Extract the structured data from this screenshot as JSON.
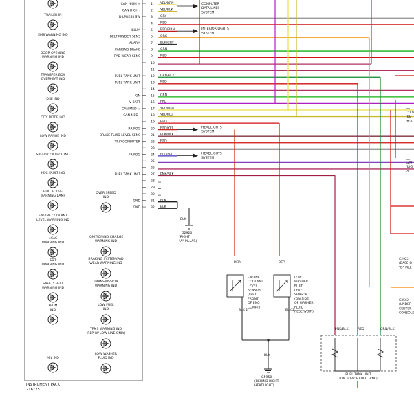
{
  "instrument_pack": {
    "title": "INSTRUMENT PACK",
    "code": "216725",
    "indicators": [
      {
        "id": "trailer-in",
        "lines": [
          "TRAILER IN"
        ]
      },
      {
        "id": "ems-warning",
        "lines": [
          "EMS WARNING IND"
        ]
      },
      {
        "id": "door-opening",
        "lines": [
          "DOOR OPENING",
          "WARNING IND"
        ]
      },
      {
        "id": "transfer-box",
        "lines": [
          "TRANSFER BOX",
          "OVERHEAT IND"
        ]
      },
      {
        "id": "dse",
        "lines": [
          "DSE IND"
        ]
      },
      {
        "id": "city-mode",
        "lines": [
          "CITY MODE IND"
        ]
      },
      {
        "id": "low-range",
        "lines": [
          "LOW RANGE IND"
        ]
      },
      {
        "id": "speed-control",
        "lines": [
          "SPEED CONTROL IND"
        ]
      },
      {
        "id": "hdc-fault",
        "lines": [
          "HDC FAULT IND"
        ]
      },
      {
        "id": "hdc-active",
        "lines": [
          "HDC ACTIVE",
          "WARNING LAMP"
        ]
      },
      {
        "id": "engine-coolant",
        "lines": [
          "ENGINE COOLANT",
          "LEVEL WARNING IND"
        ]
      },
      {
        "id": "4cas",
        "lines": [
          "4CAS",
          "WARNING IND"
        ]
      },
      {
        "id": "edt",
        "lines": [
          "EDT",
          "WARNING IND"
        ]
      },
      {
        "id": "safety-belt",
        "lines": [
          "SAFETY BELT",
          "WARNING IND"
        ]
      },
      {
        "id": "fpdm",
        "lines": [
          "FPDM",
          "IND"
        ]
      },
      {
        "id": "mil",
        "lines": [
          "MIL IND"
        ]
      }
    ],
    "indicators_right": [
      {
        "id": "over-speed",
        "lines": [
          "OVER SPEED",
          "IND"
        ]
      },
      {
        "id": "ignition-no-charge",
        "lines": [
          "IGNITION/NO CHARGE",
          "WARNING IND"
        ]
      },
      {
        "id": "braking-system",
        "lines": [
          "BRAKING SYSTEM/PAD",
          "WEAR WARNING IND"
        ]
      },
      {
        "id": "transmission",
        "lines": [
          "TRANSMISSION",
          "WARNING IND"
        ]
      },
      {
        "id": "low-fuel",
        "lines": [
          "LOW FUEL",
          "IND"
        ]
      },
      {
        "id": "tpms",
        "lines": [
          "TPMS WARNING IND",
          "(REP W/ LOW LINE ONLY)"
        ]
      },
      {
        "id": "low-washer",
        "lines": [
          "LOW WASHER",
          "FLUID IND"
        ]
      }
    ]
  },
  "pins": [
    {
      "n": "1",
      "fn": "CAN HIGH +",
      "wire": "YEL/BRN",
      "color": "#e6c200"
    },
    {
      "n": "2",
      "fn": "CAN HIGH -",
      "wire": "YEL/BLK",
      "color": "#d4a90a"
    },
    {
      "n": "3",
      "fn": "DILPRESS SW",
      "wire": "GRY",
      "color": "#9a9a9a"
    },
    {
      "n": "4",
      "fn": "",
      "wire": "RED",
      "color": "#d01010"
    },
    {
      "n": "5",
      "fn": "ILLUM",
      "wire": "RED/BRN",
      "color": "#c01818"
    },
    {
      "n": "6",
      "fn": "BELT MINDER SENS",
      "wire": "ORG",
      "color": "#f08a00"
    },
    {
      "n": "7",
      "fn": "ALARM",
      "wire": "BLK/GRY",
      "color": "#303030"
    },
    {
      "n": "8",
      "fn": "PARKING BRAKE",
      "wire": "GRN",
      "color": "#10b010"
    },
    {
      "n": "9",
      "fn": "PAD WEAR SENS",
      "wire": "RED",
      "color": "#d01010"
    },
    {
      "n": "10",
      "fn": "",
      "wire": "",
      "color": "#b03060"
    },
    {
      "n": "11",
      "fn": "",
      "wire": "",
      "color": "#b03060"
    },
    {
      "n": "12",
      "fn": "FUEL TANK UNIT",
      "wire": "GRN/BLK",
      "color": "#0a8a2a"
    },
    {
      "n": "13",
      "fn": "FUEL TANK UNIT",
      "wire": "RED",
      "color": "#d01010"
    },
    {
      "n": "14",
      "fn": "",
      "wire": "",
      "color": "#b03060"
    },
    {
      "n": "15",
      "fn": "IGN",
      "wire": "GRN",
      "color": "#10b010"
    },
    {
      "n": "16",
      "fn": "V BATT",
      "wire": "PPL",
      "color": "#b020c0"
    },
    {
      "n": "17",
      "fn": "CAN MED +",
      "wire": "YEL/WHT",
      "color": "#e8e040"
    },
    {
      "n": "18",
      "fn": "CAN MED -",
      "wire": "YEL/BLU",
      "color": "#c8b830"
    },
    {
      "n": "19",
      "fn": "",
      "wire": "RED",
      "color": "#d01010"
    },
    {
      "n": "20",
      "fn": "RR FOG",
      "wire": "RED/YEL",
      "color": "#d02010"
    },
    {
      "n": "21",
      "fn": "BRAKE FLUID LEVEL SENS",
      "wire": "BLK/PNK",
      "color": "#803040"
    },
    {
      "n": "22",
      "fn": "TRIP COMPUTER",
      "wire": "RED",
      "color": "#d01010"
    },
    {
      "n": "23",
      "fn": "",
      "wire": "",
      "color": "#9a9a9a"
    },
    {
      "n": "24",
      "fn": "FR FOG",
      "wire": "BLU/PPL",
      "color": "#4030c0"
    },
    {
      "n": "25",
      "fn": "",
      "wire": "",
      "color": "#8040c0"
    },
    {
      "n": "26",
      "fn": "",
      "wire": "",
      "color": "#b03060"
    },
    {
      "n": "27",
      "fn": "FUEL TANK UNIT",
      "wire": "PNK/BLK",
      "color": "#a02040"
    },
    {
      "n": "28",
      "fn": "",
      "wire": "",
      "color": "#9a9a9a"
    },
    {
      "n": "29",
      "fn": "",
      "wire": "",
      "color": "#9a9a9a"
    },
    {
      "n": "30",
      "fn": "",
      "wire": "",
      "color": "#9a9a9a"
    },
    {
      "n": "31",
      "fn": "GND",
      "wire": "BLK",
      "color": "#202020"
    },
    {
      "n": "32",
      "fn": "GND",
      "wire": "BLK",
      "color": "#202020"
    }
  ],
  "system_refs": {
    "computer_data": [
      "COMPUTER",
      "DATA LINES",
      "SYSTEM"
    ],
    "interior_lights": [
      "INTERIOR LIGHTS",
      "SYSTEM"
    ],
    "headlights_1": [
      "HEADLIGHTS",
      "SYSTEM"
    ],
    "headlights_2": [
      "HEADLIGHTS",
      "SYSTEM"
    ]
  },
  "ground": {
    "wire": "BLK",
    "code": "G2920",
    "loc": [
      "(RIGHT",
      "\"A\" PILLAR)"
    ]
  },
  "coolant_sensor": {
    "top_wire": "RED",
    "bottom_wire": "BLK 2",
    "lines": [
      "ENGINE",
      "COOLANT",
      "LEVEL",
      "SENSOR",
      "(LEFT",
      "FRONT",
      "OF ENG",
      "COMPT)"
    ]
  },
  "washer_sensor": {
    "top_wire": "RED",
    "bottom_wire": "BLK 2",
    "lines": [
      "LOW",
      "WASHER",
      "FLUID",
      "LEVEL",
      "SENSOR",
      "(ON SIDE",
      "OF WASHER",
      "FLUID",
      "RESERVOIR)"
    ]
  },
  "g5950": {
    "wire": "BLK",
    "code": "G5950",
    "loc": [
      "(BEHIND RIGHT",
      "HEADLIGHT)"
    ]
  },
  "fuel_tank_unit": {
    "wires": [
      "PNK/BLK",
      "RED",
      "GRN/BLK"
    ],
    "title": "FUEL TANK UNIT",
    "loc": "(ON TOP OF FUEL TANK)"
  },
  "c2562": {
    "lines": [
      "C2562",
      "(UNDER",
      "CENTER",
      "CONSOLE)"
    ]
  },
  "c2922": {
    "lines": [
      "C2922",
      "(BASE O",
      "\"D\" PILL"
    ]
  },
  "right_edge": {
    "a": [
      "CODE",
      "(RE",
      "HEA"
    ],
    "b": [
      "C29",
      "(RIG",
      "PILL"
    ]
  }
}
